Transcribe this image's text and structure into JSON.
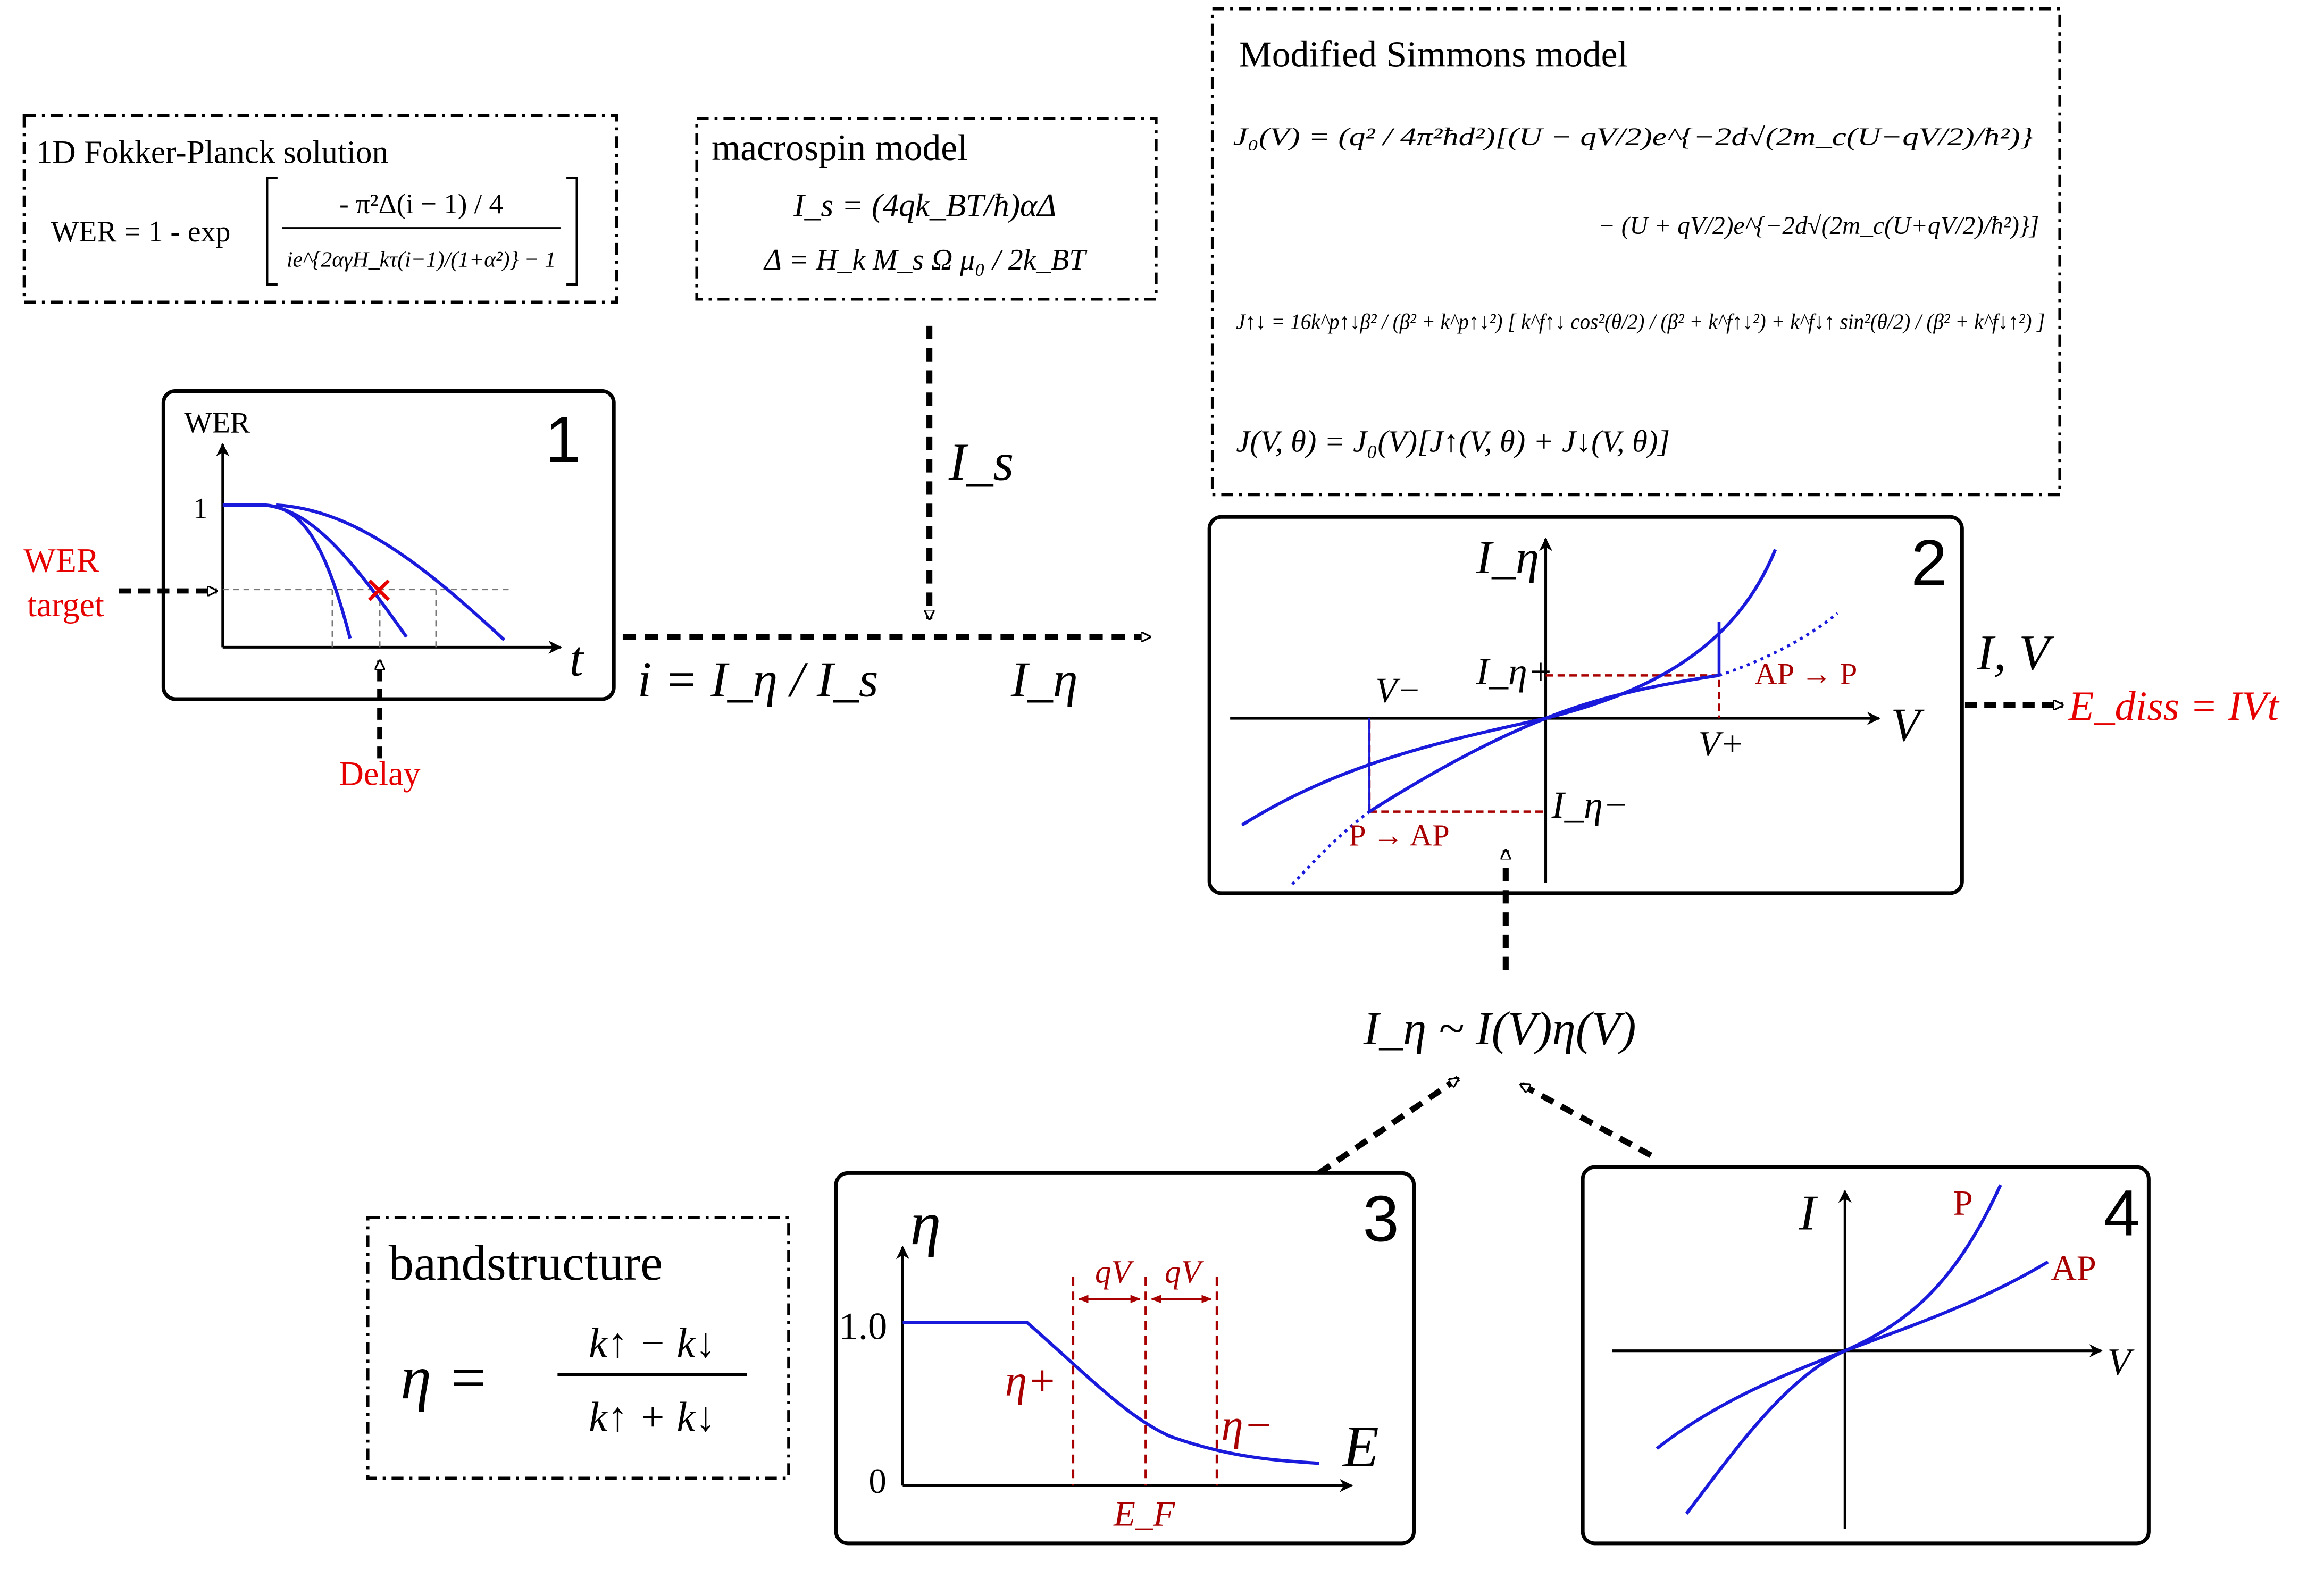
{
  "colors": {
    "curve": "#1a1adc",
    "dark_red": "#a80000",
    "red": "#e60000",
    "gray_dash": "#777777",
    "ink": "#000000"
  },
  "fokker_planck": {
    "title": "1D Fokker-Planck solution",
    "lhs": "WER = 1 - exp",
    "numerator": "- π²Δ(i − 1) / 4",
    "denominator": "ie^{2αγH_kτ(i−1)/(1+α²)} − 1"
  },
  "macrospin": {
    "title": "macrospin model",
    "line1": "I_s = (4qk_BT/ħ)αΔ",
    "line2": "Δ = H_k M_s Ω μ₀ / 2k_BT"
  },
  "simmons": {
    "title": "Modified Simmons model",
    "j0_line1": "J₀(V) = (q² / 4π²ħd²)[(U − qV/2)e^{−2d√(2m_c(U−qV/2)/ħ²)}",
    "j0_line2": "− (U + qV/2)e^{−2d√(2m_c(U+qV/2)/ħ²)}]",
    "jud": "J↑↓ = 16k^p↑↓β² / (β² + k^p↑↓²) [ k^f↑↓ cos²(θ/2) / (β² + k^f↑↓²) + k^f↓↑ sin²(θ/2) / (β² + k^f↓↑²) ]",
    "jtotal": "J(V, θ) = J₀(V)[J↑(V, θ) + J↓(V, θ)]"
  },
  "panel1": {
    "number": "1",
    "y_axis": "WER",
    "x_axis": "t",
    "tick_one": "1",
    "wer_target": [
      "WER",
      "target"
    ],
    "delay": "Delay"
  },
  "flow": {
    "is_label": "I_s",
    "i_ratio": "i = I_η / I_s",
    "i_eta": "I_η",
    "iv": "I, V",
    "ediss": "E_diss = IVt",
    "i_eta_relation": "I_η ~ I(V)η(V)"
  },
  "panel2": {
    "number": "2",
    "y_axis": "I_η",
    "x_axis": "V",
    "i_eta_plus": "I_η+",
    "i_eta_minus": "I_η−",
    "v_minus": "V−",
    "v_plus": "V+",
    "ap_to_p": "AP → P",
    "p_to_ap": "P → AP"
  },
  "bandstructure": {
    "title": "bandstructure",
    "lhs": "η =",
    "num": "k↑ − k↓",
    "den": "k↑ + k↓"
  },
  "panel3": {
    "number": "3",
    "y_axis": "η",
    "x_axis": "E",
    "tick_one": "1.0",
    "tick_zero": "0",
    "qv1": "qV",
    "qv2": "qV",
    "eta_plus": "η+",
    "eta_minus": "η−",
    "ef": "E_F"
  },
  "panel4": {
    "number": "4",
    "y_axis": "I",
    "x_axis": "V",
    "p": "P",
    "ap": "AP"
  }
}
